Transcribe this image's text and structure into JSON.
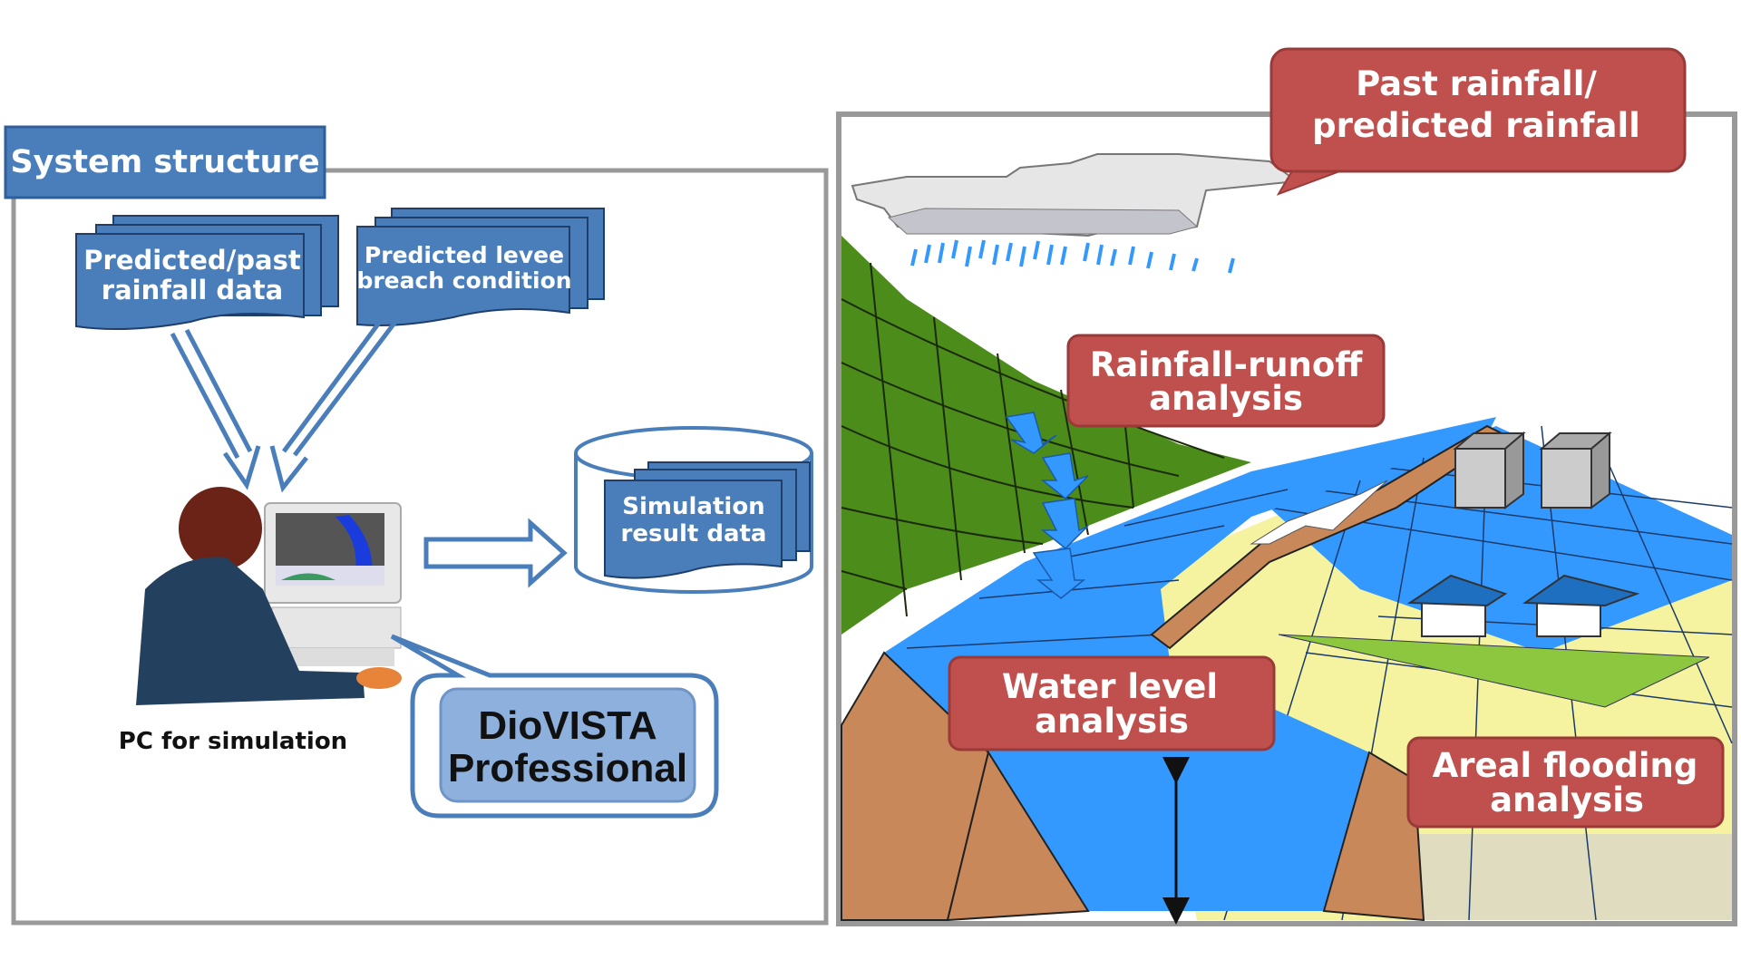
{
  "left_panel": {
    "title": "System structure",
    "doc_rainfall": {
      "line1": "Predicted/past",
      "line2": "rainfall data"
    },
    "doc_levee": {
      "line1": "Predicted levee",
      "line2": "breach condition"
    },
    "doc_results": {
      "line1": "Simulation",
      "line2": "result data"
    },
    "pc_label": "PC for simulation",
    "software": {
      "line1": "DioVISTA",
      "line2": "Professional"
    }
  },
  "right_panel": {
    "rainfall_callout": {
      "line1": "Past rainfall/",
      "line2": "predicted rainfall"
    },
    "runoff_label": {
      "line1": "Rainfall-runoff",
      "line2": "analysis"
    },
    "water_level_label": {
      "line1": "Water level",
      "line2": "analysis"
    },
    "flooding_label": {
      "line1": "Areal flooding",
      "line2": "analysis"
    }
  },
  "colors": {
    "doc_blue": "#4a7ebb",
    "label_red": "#c0504d",
    "water_blue": "#3399ff",
    "hill_green": "#4c8c1a",
    "levee_brown": "#c8885a"
  }
}
